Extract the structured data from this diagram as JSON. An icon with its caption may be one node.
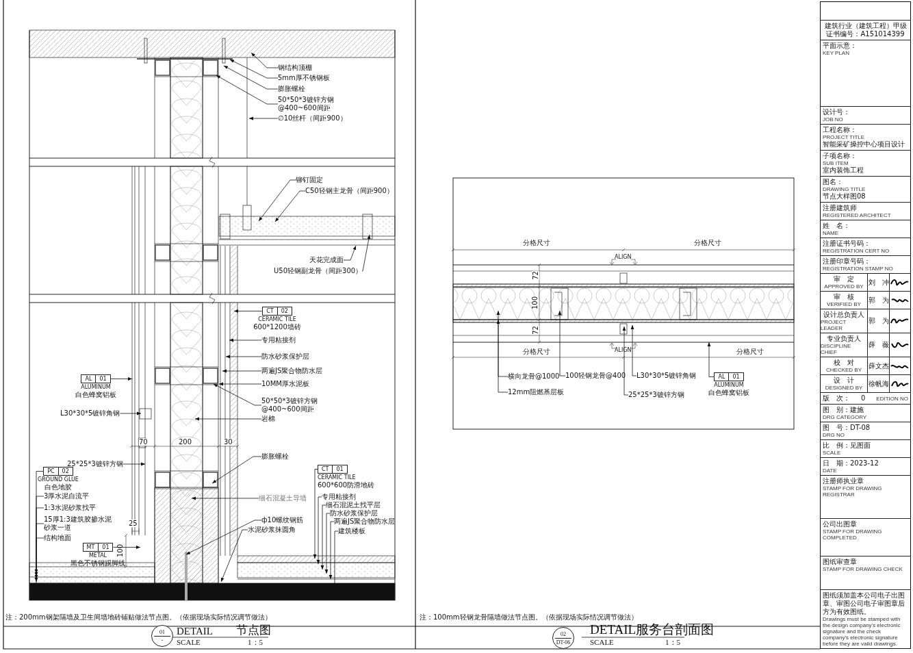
{
  "diagram": {
    "nodes": [
      {
        "text": [
          "钢结构顶棚"
        ]
      },
      {
        "text": [
          "5mm厚不锈钢板"
        ]
      },
      {
        "text": [
          "膨胀螺栓"
        ]
      },
      {
        "text": [
          "50*50*3镀锌方钢 @400~600间距"
        ]
      },
      {
        "text": [
          "∅10丝杆（间距900）"
        ]
      },
      {
        "text": [
          "铆钉固定"
        ]
      },
      {
        "text": [
          "C50轻钢主龙骨（间距900）"
        ]
      },
      {
        "text": [
          "天花完成面"
        ]
      },
      {
        "text": [
          "U50轻钢副龙骨（间距300）"
        ]
      },
      {
        "text": [
          "CT",
          "02",
          "CERAMIC TILE",
          "600*1200墙砖"
        ]
      },
      {
        "text": [
          "专用粘接剂"
        ]
      },
      {
        "text": [
          "防水砂浆保护层"
        ]
      },
      {
        "text": [
          "两遍JS聚合物防水层"
        ]
      },
      {
        "text": [
          "10MM厚水泥板"
        ]
      },
      {
        "text": [
          "50*50*3镀锌方钢 @400~600间距"
        ]
      },
      {
        "text": [
          "岩棉"
        ]
      },
      {
        "text": [
          "膨胀螺栓"
        ]
      },
      {
        "text": [
          "细石混凝土导墙"
        ]
      },
      {
        "text": [
          "ф10螺纹钢筋"
        ]
      },
      {
        "text": [
          "水泥砂浆抹圆角"
        ]
      },
      {
        "text": [
          "AL",
          "01",
          "ALUMINUM",
          "白色蜂窝铝板"
        ]
      },
      {
        "text": [
          "L30*30*5镀锌角钢"
        ]
      },
      {
        "text": [
          "25*25*3镀锌方钢"
        ]
      },
      {
        "text": [
          "PC",
          "02",
          "GROUND GLUE",
          "白色地胶"
        ]
      },
      {
        "text": [
          "3厚水泥自流平"
        ]
      },
      {
        "text": [
          "1:3水泥砂浆找平"
        ]
      },
      {
        "text": [
          "15厚1:3建筑胶掺水泥砂浆一道"
        ]
      },
      {
        "text": [
          "结构地面"
        ]
      },
      {
        "text": [
          "MT",
          "01",
          "METAL",
          "黑色不锈钢踢脚线"
        ]
      },
      {
        "text": [
          "CT",
          "01",
          "CERAMIC TILE",
          "600*600防滑地砖"
        ]
      },
      {
        "text": [
          "专用粘接剂"
        ]
      },
      {
        "text": [
          "细石混泥土找平层"
        ]
      },
      {
        "text": [
          "防水砂浆保护层"
        ]
      },
      {
        "text": [
          "两遍JS聚合物防水层"
        ]
      },
      {
        "text": [
          "建筑楼板"
        ]
      },
      {
        "text": [
          "横向龙骨@1000"
        ]
      },
      {
        "text": [
          "12mm阻燃基层板"
        ]
      },
      {
        "text": [
          "100轻钢龙骨@400"
        ]
      },
      {
        "text": [
          "L30*30*5镀锌角钢"
        ]
      },
      {
        "text": [
          "25*25*3镀锌方钢"
        ]
      },
      {
        "text": [
          "AL",
          "01",
          "ALUMINUM",
          "白色蜂窝铝板"
        ]
      },
      {
        "text": [
          "01",
          "-"
        ],
        "beside": [
          "DETAIL",
          "节点图",
          "SCALE",
          "1：5"
        ]
      },
      {
        "text": [
          "02",
          "DT-06"
        ],
        "beside": [
          "DETAIL服务台剖面图",
          "SCALE",
          "1：5"
        ]
      }
    ],
    "edges": [
      {
        "from": 0,
        "to": null,
        "arrow": "to"
      },
      {
        "from": 1,
        "to": null,
        "arrow": "to"
      },
      {
        "from": 2,
        "to": null,
        "arrow": "to"
      },
      {
        "from": 3,
        "to": null,
        "arrow": "to"
      },
      {
        "from": 4,
        "to": null,
        "arrow": "to"
      },
      {
        "from": 5,
        "to": null,
        "arrow": "to"
      },
      {
        "from": 6,
        "to": null,
        "arrow": "to"
      },
      {
        "from": 7,
        "to": null,
        "arrow": "to"
      },
      {
        "from": 8,
        "to": null,
        "arrow": "to"
      },
      {
        "from": 9,
        "to": null,
        "arrow": "to"
      },
      {
        "from": 10,
        "to": null,
        "arrow": "to"
      },
      {
        "from": 11,
        "to": null,
        "arrow": "to"
      },
      {
        "from": 12,
        "to": null,
        "arrow": "to"
      },
      {
        "from": 13,
        "to": null,
        "arrow": "to"
      },
      {
        "from": 14,
        "to": null,
        "arrow": "to"
      },
      {
        "from": 15,
        "to": null,
        "arrow": "to"
      },
      {
        "from": 16,
        "to": null,
        "arrow": "to"
      },
      {
        "from": 17,
        "to": null,
        "arrow": "to"
      },
      {
        "from": 18,
        "to": null,
        "arrow": "to"
      },
      {
        "from": 19,
        "to": null,
        "arrow": "to"
      },
      {
        "from": 20,
        "to": null,
        "arrow": "to"
      },
      {
        "from": 21,
        "to": null,
        "arrow": "to"
      },
      {
        "from": 22,
        "to": null,
        "arrow": "to"
      },
      {
        "from": 23,
        "to": null,
        "arrow": "to"
      },
      {
        "from": 24,
        "to": null,
        "arrow": "to"
      },
      {
        "from": 25,
        "to": null,
        "arrow": "to"
      },
      {
        "from": 26,
        "to": null,
        "arrow": "to"
      },
      {
        "from": 27,
        "to": null,
        "arrow": "to"
      },
      {
        "from": 28,
        "to": null,
        "arrow": "to"
      },
      {
        "from": 29,
        "to": null,
        "arrow": "to"
      },
      {
        "from": 30,
        "to": null,
        "arrow": "to"
      },
      {
        "from": 31,
        "to": null,
        "arrow": "to"
      },
      {
        "from": 32,
        "to": null,
        "arrow": "to"
      },
      {
        "from": 33,
        "to": null,
        "arrow": "to"
      },
      {
        "from": 34,
        "to": null,
        "arrow": "to"
      },
      {
        "from": 35,
        "to": null,
        "arrow": "to"
      },
      {
        "from": 36,
        "to": null,
        "arrow": "to"
      },
      {
        "from": 37,
        "to": null,
        "arrow": "to"
      },
      {
        "from": 38,
        "to": null,
        "arrow": "to"
      },
      {
        "from": 39,
        "to": null,
        "arrow": "to"
      },
      {
        "from": 40,
        "to": null,
        "arrow": "to"
      }
    ],
    "labels": [
      "70",
      "200",
      "30",
      "25",
      "100",
      "注：200mm钢架隔墙及卫生间墙地砖铺贴做法节点图。（依据现场实际情况调节做法）",
      "分格尺寸",
      "分格尺寸",
      "ALIGN",
      "72",
      "100",
      "72",
      "ALIGN",
      "分格尺寸",
      "分格尺寸",
      "注：100mm轻钢龙骨隔墙做法节点图。（依据现场实际情况调节做法）",
      "建筑行业（建筑工程）甲级",
      "证书编号：A151014399",
      "平面示意：",
      "KEY PLAN",
      "设计号：",
      "JOB NO",
      "工程名称：",
      "PROJECT TITLE",
      "智能采矿操控中心项目设计",
      "子项名称：",
      "SUB ITEM",
      "室内装饰工程",
      "图名：",
      "DRAWING TITLE",
      "节点大样图08",
      "注册建筑师",
      "REGISTERED ARCHITECT",
      "姓　名：",
      "NAME",
      "注册证书号码：",
      "REGISTRATION CERT NO",
      "注册印章号码：",
      "REGISTRATION STAMP NO",
      "审　定",
      "APPROVED BY",
      "刘　冲",
      "审　核",
      "VERIFIED BY",
      "郭　为",
      "设计总负责人",
      "PROJECT LEADER",
      "郭　为",
      "专业负责人",
      "DISCIPLINE CHIEF",
      "薛　薇",
      "校　对",
      "CHECKED BY",
      "薛文杰",
      "设　计",
      "DESIGNED BY",
      "徐帆海",
      "版　次：",
      "0",
      "EDITION NO",
      "图　别：建施",
      "DRG CATEGORY",
      "图　号：DT-08",
      "DRG NO",
      "比　例：见图面",
      "SCALE",
      "日　期：2023-12",
      "DATE",
      "注册师执业章",
      "STAMP FOR DRAWING REGISTRAR",
      "公司出图章",
      "STAMP FOR DRAWING COMPLETED",
      "图纸审查章",
      "STAMP FOR DRAWING CHECK",
      "图纸须加盖本公司电子出图章、审图公司电子审图章后方为有效图纸。",
      "Drawings must be stamped with the design company's electronic signature and the check company's electronic signature before they are valid drawings."
    ]
  }
}
